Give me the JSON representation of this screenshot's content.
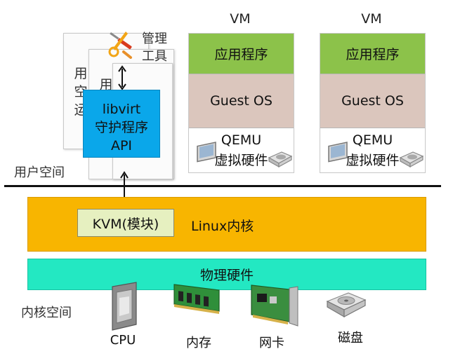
{
  "user_space": {
    "label": "用户空间",
    "panel_fragment_a": "用\n空\n运",
    "panel_fragment_b": "用",
    "tool_label_1": "管理",
    "tool_label_2": "工具",
    "libvirt_line1": "libvirt",
    "libvirt_line2": "守护程序",
    "libvirt_line3": "API"
  },
  "vms": [
    {
      "title": "VM",
      "app": "应用程序",
      "os": "Guest OS",
      "qemu_line1": "QEMU",
      "qemu_line2": "虚拟硬件"
    },
    {
      "title": "VM",
      "app": "应用程序",
      "os": "Guest OS",
      "qemu_line1": "QEMU",
      "qemu_line2": "虚拟硬件"
    }
  ],
  "kernel": {
    "kvm": "KVM(模块)",
    "label": "Linux内核"
  },
  "hardware": {
    "label": "物理硬件",
    "items": [
      "CPU",
      "内存",
      "网卡",
      "磁盘"
    ]
  },
  "kernel_space": {
    "label": "内核空间"
  },
  "colors": {
    "libvirt": "#0aa7ea",
    "vm_app": "#8cc24a",
    "guest_os": "#dbc6bd",
    "kernel": "#f8b500",
    "kvm": "#e6f0c0",
    "hardware": "#23e8c2"
  },
  "icons": [
    "wrench-icon",
    "screwdriver-icon",
    "monitor-icon",
    "disk-icon",
    "cpu-icon",
    "memory-icon",
    "nic-icon",
    "harddisk-icon"
  ]
}
